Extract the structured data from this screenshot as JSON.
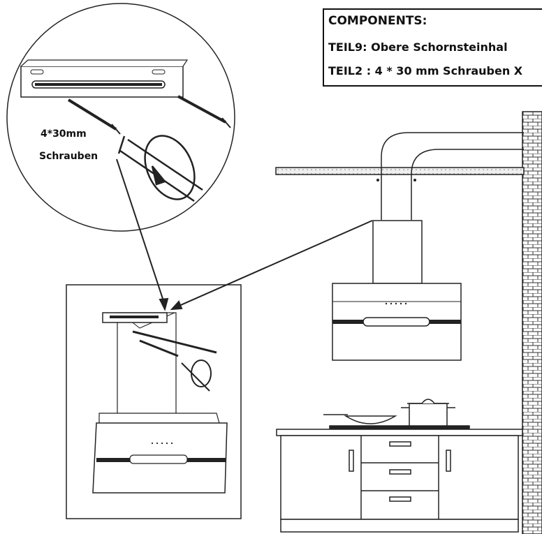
{
  "components": {
    "title": "COMPONENTS:",
    "parts": [
      {
        "label": "TEIL9:  Obere  Schornsteinhal"
      },
      {
        "label": "TEIL2 : 4 * 30 mm Schrauben X"
      }
    ]
  },
  "callout": {
    "screw_size": "4*30mm",
    "screw_label": "Schrauben"
  }
}
